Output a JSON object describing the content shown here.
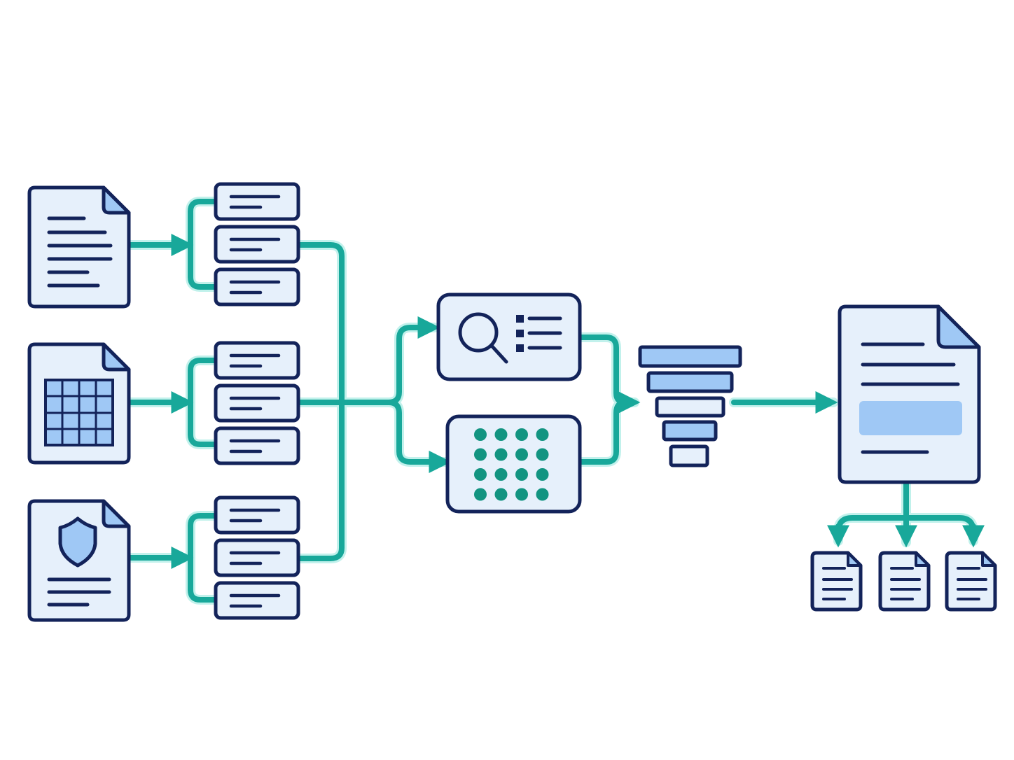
{
  "colors": {
    "background": "#ffffff",
    "outline": "#13235a",
    "fill_light": "#e6f0fb",
    "fill_accent": "#9fc8f5",
    "connector": "#18a89a",
    "connector_glow": "#8fe6dc",
    "dot": "#129481"
  },
  "icons": {
    "text_document": "document-icon",
    "table_document": "spreadsheet-icon",
    "secure_document": "shield-document-icon",
    "chunk": "text-chunk-icon",
    "search_panel": "magnifier-list-icon",
    "embedding_panel": "dot-grid-icon",
    "filter": "funnel-icon",
    "output_document": "document-icon",
    "sub_document": "document-icon"
  },
  "sources": [
    {
      "kind": "text",
      "icon": "document-icon"
    },
    {
      "kind": "table",
      "icon": "spreadsheet-icon"
    },
    {
      "kind": "secure",
      "icon": "shield-document-icon"
    }
  ],
  "chunk_groups": [
    {
      "chunks": 3
    },
    {
      "chunks": 3
    },
    {
      "chunks": 3
    }
  ],
  "processing": {
    "search_panel": {
      "list_items": 3
    },
    "embedding_panel": {
      "dot_rows": 4,
      "dot_cols": 4
    }
  },
  "funnel": {
    "tiers": 5
  },
  "outputs": {
    "sub_documents": 3
  }
}
